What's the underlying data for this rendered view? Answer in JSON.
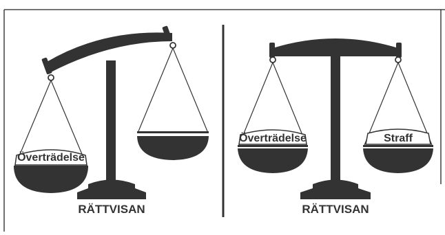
{
  "colors": {
    "ink": "#333333",
    "frame": "#222222",
    "paper": "#ffffff"
  },
  "left_scale": {
    "state": "tipped",
    "left_pan_label": "Överträdelse",
    "right_pan_label": "",
    "base_label": "RÄTTVISAN"
  },
  "right_scale": {
    "state": "balanced",
    "left_pan_label": "Överträdelse",
    "right_pan_label": "Straff",
    "base_label": "RÄTTVISAN"
  }
}
